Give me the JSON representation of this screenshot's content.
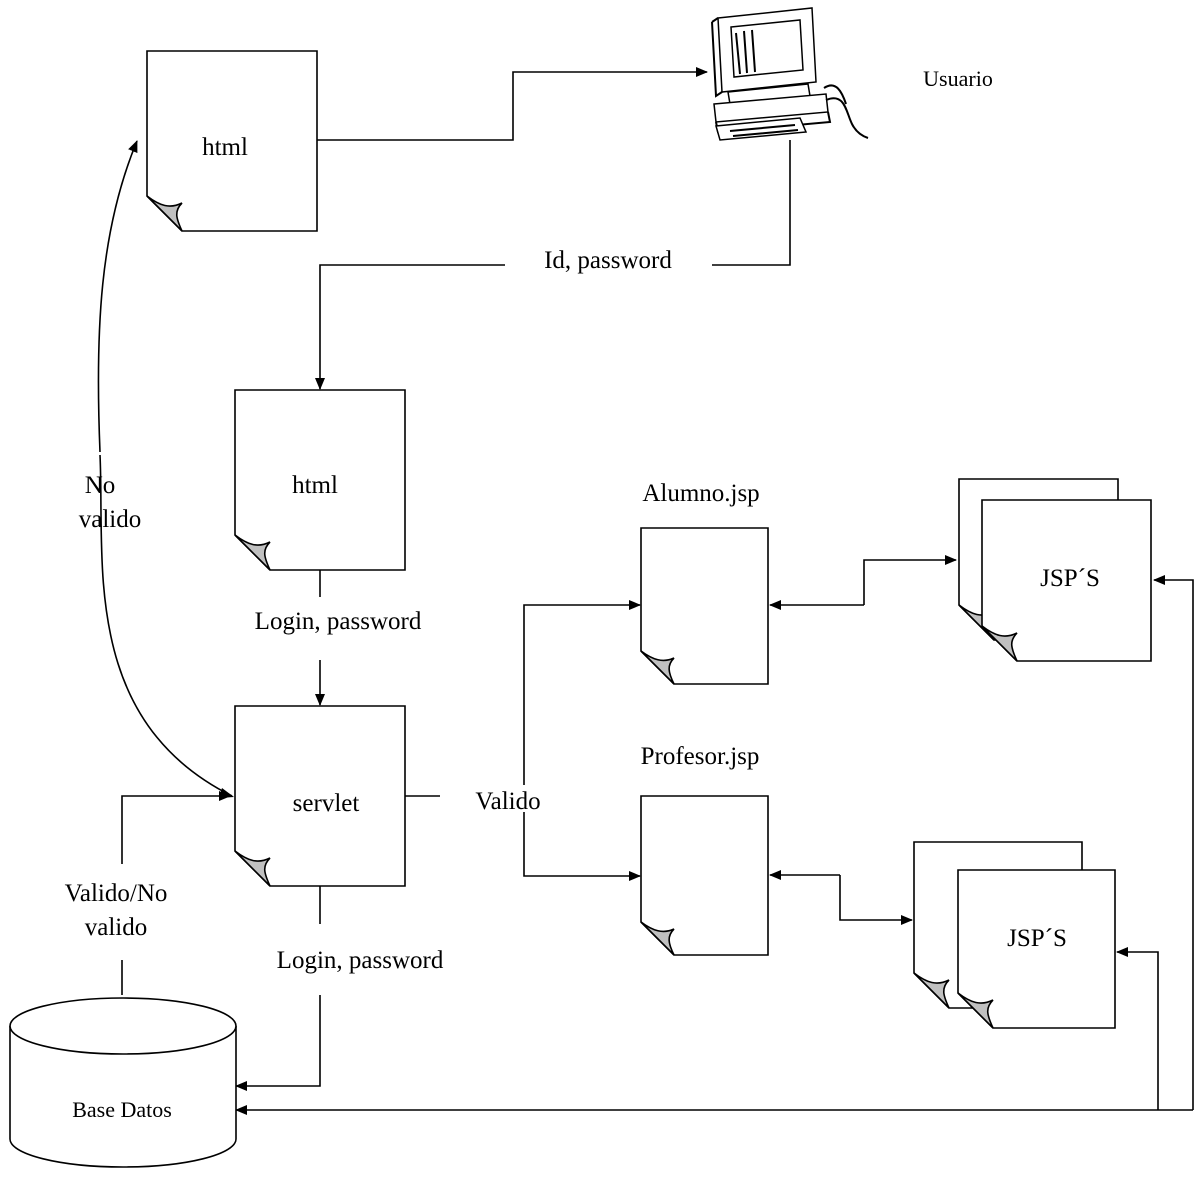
{
  "nodes": {
    "html_top": "html",
    "usuario": "Usuario",
    "html_login": "html",
    "servlet": "servlet",
    "alumno_jsp": "Alumno.jsp",
    "profesor_jsp": "Profesor.jsp",
    "jsps_alumno": "JSP´S",
    "jsps_profesor": "JSP´S",
    "base_datos": "Base Datos"
  },
  "edges": {
    "id_password": "Id, password",
    "login_password_1": "Login, password",
    "login_password_2": "Login, password",
    "no_valido_line1": "No",
    "no_valido_line2": "valido",
    "valido": "Valido",
    "valido_no_line1": "Valido/No",
    "valido_no_line2": "valido"
  },
  "icons": {
    "user_computer": "computer-workstation-icon",
    "database": "database-cylinder-icon"
  }
}
